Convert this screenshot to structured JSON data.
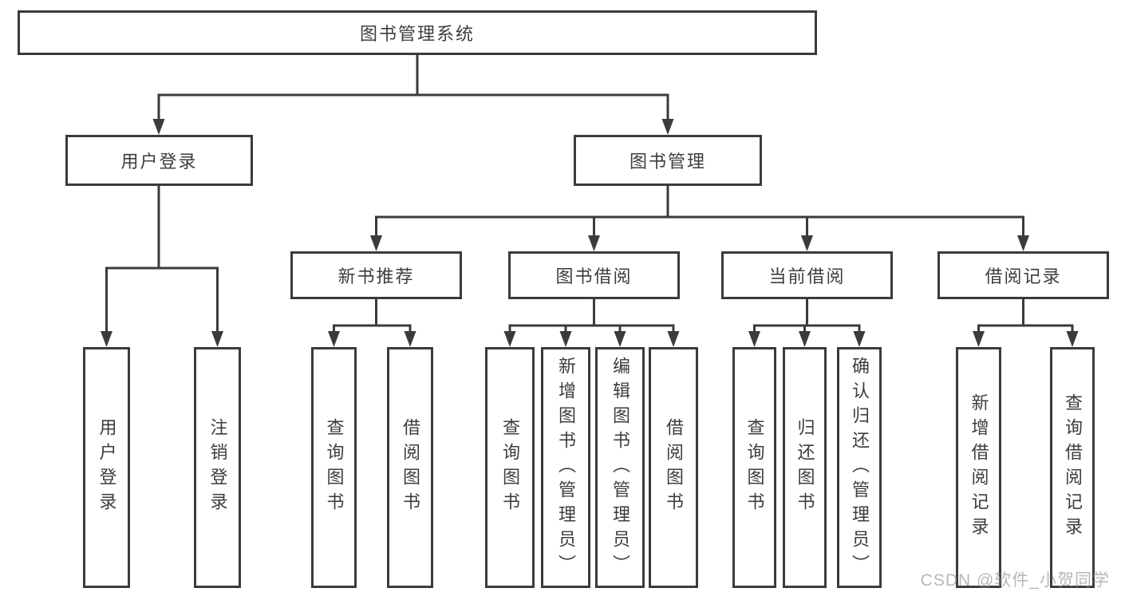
{
  "diagram": {
    "root": {
      "label": "图书管理系统"
    },
    "user_login": {
      "label": "用户登录",
      "children": [
        {
          "label": "用户登录"
        },
        {
          "label": "注销登录"
        }
      ]
    },
    "book_management": {
      "label": "图书管理",
      "sections": [
        {
          "label": "新书推荐",
          "children": [
            {
              "label": "查询图书"
            },
            {
              "label": "借阅图书"
            }
          ]
        },
        {
          "label": "图书借阅",
          "children": [
            {
              "label": "查询图书"
            },
            {
              "label": "新增图书（管理员）"
            },
            {
              "label": "编辑图书（管理员）"
            },
            {
              "label": "借阅图书"
            }
          ]
        },
        {
          "label": "当前借阅",
          "children": [
            {
              "label": "查询图书"
            },
            {
              "label": "归还图书"
            },
            {
              "label": "确认归还（管理员）"
            }
          ]
        },
        {
          "label": "借阅记录",
          "children": [
            {
              "label": "新增借阅记录"
            },
            {
              "label": "查询借阅记录"
            }
          ]
        }
      ]
    }
  },
  "watermark": {
    "text": "CSDN @软件_小贺同学"
  },
  "colors": {
    "line": "#3b3b3b",
    "text": "#3d3d3d",
    "box_background": "#ffffff",
    "page_background": "#ffffff",
    "watermark": "#8c8c8c"
  }
}
